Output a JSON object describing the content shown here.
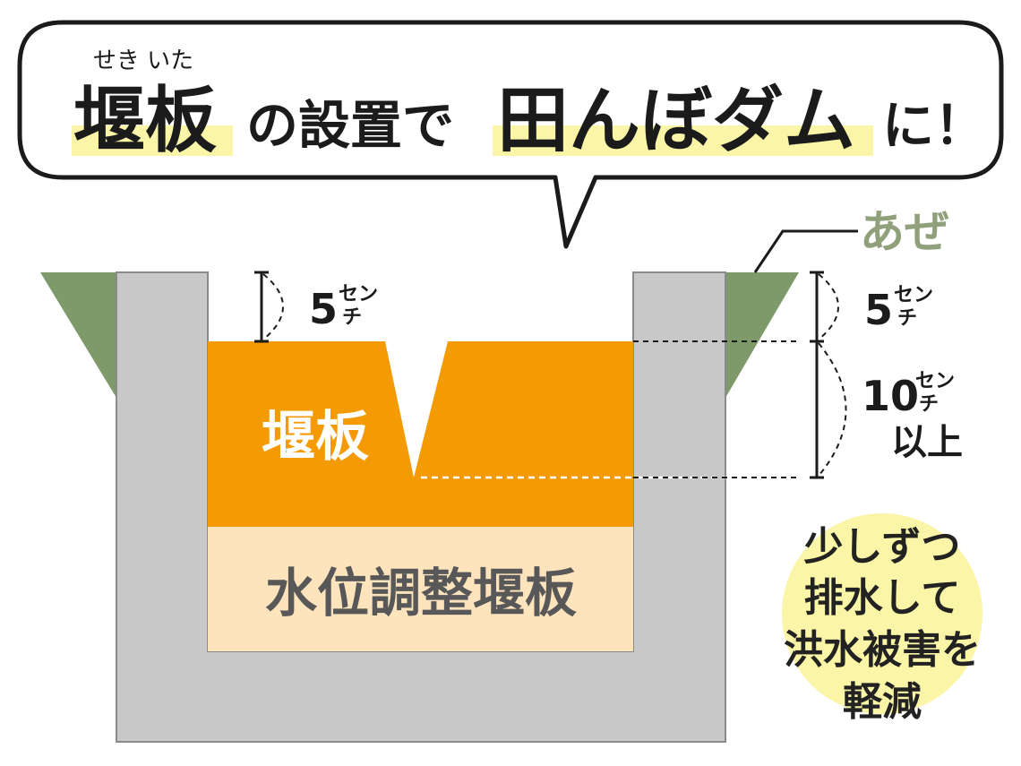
{
  "headline": {
    "ruby": "せき いた",
    "part1": "堰板",
    "part2": "の設置で",
    "part3": "田んぼダム",
    "part4": "に！"
  },
  "labels": {
    "aze": "あぜ",
    "top_gap_num": "5",
    "top_gap_unit_top": "セン",
    "top_gap_unit_bottom": "チ",
    "right_gap_num": "5",
    "right_gap_unit_top": "セン",
    "right_gap_unit_bottom": "チ",
    "notch_num": "10",
    "notch_unit_top": "セン",
    "notch_unit_bottom": "チ",
    "notch_suffix": "以上",
    "board": "堰板",
    "adjust_board": "水位調整堰板"
  },
  "note": {
    "lines": [
      "少しずつ",
      "排水して",
      "洪水被害を",
      "軽減"
    ]
  },
  "colors": {
    "highlight": "#fbf5a7",
    "levee_green": "#7e9a6a",
    "aze_text": "#8fa07b",
    "concrete": "#c8c8c9",
    "concrete_outline": "#8b8b8b",
    "board_orange": "#f39a05",
    "adjust_beige": "#fde4bd",
    "adjust_text": "#585858",
    "note_circle": "#fbf5a7",
    "ink": "#1b1b1b"
  }
}
